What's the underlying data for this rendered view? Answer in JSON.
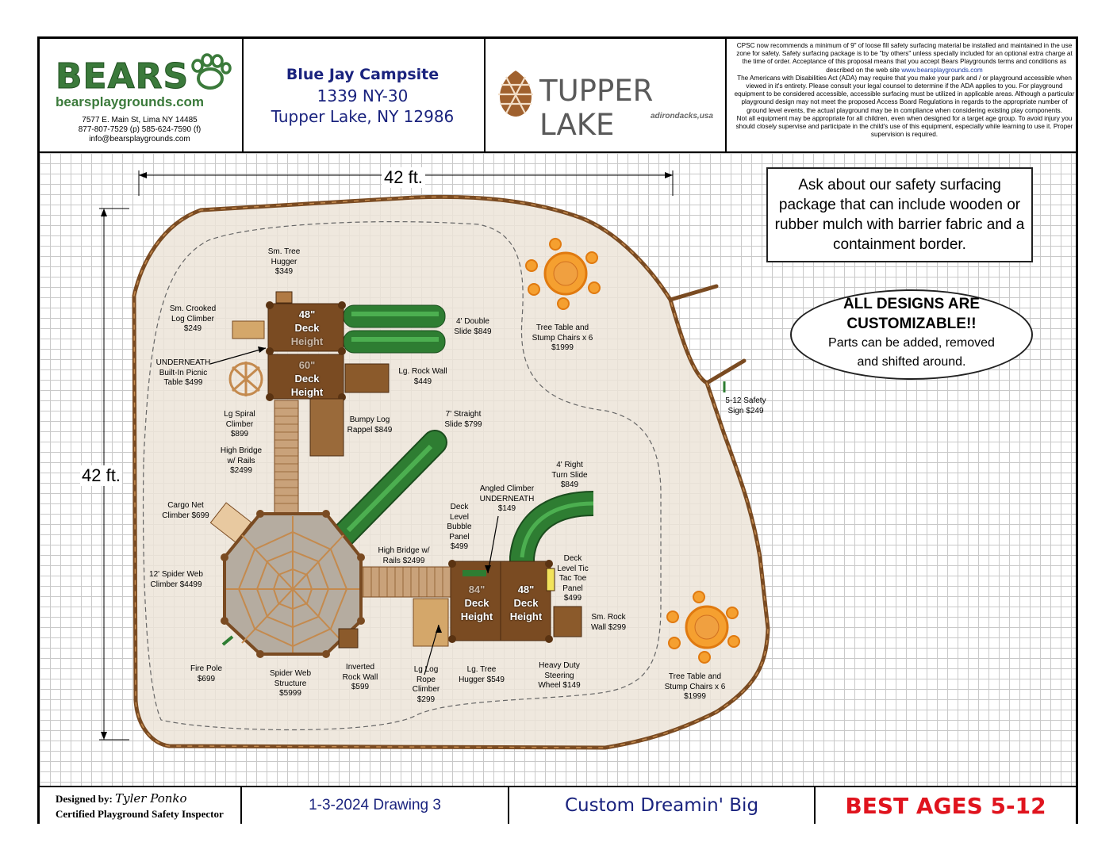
{
  "header": {
    "company": {
      "logo_text": "BEARS",
      "url": "bearsplaygrounds.com",
      "address": "7577 E. Main St, Lima NY 14485",
      "phone": "877-807-7529 (p) 585-624-7590 (f)",
      "email": "info@bearsplaygrounds.com"
    },
    "site": {
      "name": "Blue Jay Campsite",
      "street": "1339 NY-30",
      "city": "Tupper Lake, NY 12986"
    },
    "client_logo": {
      "main": "TUPPER LAKE",
      "sub": "adirondacks,usa"
    },
    "disclaimer": {
      "p1": "CPSC now recommends a minimum of 9\" of loose fill safety surfacing material be installed and maintained in the use zone for safety. Safety surfacing package is to be \"by others\" unless specially included for an optional extra charge at the time of order. Acceptance of this proposal means that you accept Bears Playgrounds terms and conditions as described on the web site",
      "link": "www.bearsplaygrounds.com",
      "p2": "The Americans with Disabilities Act (ADA) may require that you make your park and / or playground accessible when viewed in it's entirety. Please consult your legal counsel to determine if the ADA applies to you. For playground equipment to be considered accessible, accessible surfacing must be utilized in applicable areas. Although a particular playground design may not meet the proposed Access Board Regulations in regards to the appropriate number of ground level events, the actual playground may be in compliance when considering existing play components.",
      "p3": "Not all equipment may be appropriate for all children, even when designed for a target age group. To avoid injury you should closely supervise and participate in the child's use of this equipment, especially while learning to use it. Proper supervision is required."
    }
  },
  "dimensions": {
    "width": "42 ft.",
    "height": "42 ft."
  },
  "callouts": {
    "surfacing": "Ask about our safety surfacing package that can include wooden or rubber mulch with barrier fabric and a containment border.",
    "customizable_title_1": "ALL DESIGNS ARE",
    "customizable_title_2": "CUSTOMIZABLE!!",
    "customizable_body_1": "Parts can be added, removed",
    "customizable_body_2": "and shifted around."
  },
  "decks": {
    "d1": [
      "48\"",
      "Deck",
      "Height"
    ],
    "d2": [
      "60\"",
      "Deck",
      "Height"
    ],
    "d3": [
      "84\"",
      "Deck",
      "Height"
    ],
    "d4": [
      "48\"",
      "Deck",
      "Height"
    ]
  },
  "components": [
    {
      "label": [
        "Sm. Tree",
        "Hugger",
        "$349"
      ]
    },
    {
      "label": [
        "Sm. Crooked",
        "Log Climber",
        "$249"
      ]
    },
    {
      "label": [
        "4' Double",
        "Slide $849"
      ]
    },
    {
      "label": [
        "UNDERNEATH",
        "Built-In Picnic",
        "Table $499"
      ]
    },
    {
      "label": [
        "Lg. Rock Wall",
        "$449"
      ]
    },
    {
      "label": [
        "Lg Spiral",
        "Climber",
        "$899"
      ]
    },
    {
      "label": [
        "Bumpy Log",
        "Rappel $849"
      ]
    },
    {
      "label": [
        "7' Straight",
        "Slide $799"
      ]
    },
    {
      "label": [
        "High Bridge",
        "w/ Rails",
        "$2499"
      ]
    },
    {
      "label": [
        "4' Right",
        "Turn Slide",
        "$849"
      ]
    },
    {
      "label": [
        "Angled Climber",
        "UNDERNEATH",
        "$149"
      ]
    },
    {
      "label": [
        "Cargo Net",
        "Climber $699"
      ]
    },
    {
      "label": [
        "Deck",
        "Level",
        "Bubble",
        "Panel",
        "$499"
      ]
    },
    {
      "label": [
        "High Bridge w/",
        "Rails $2499"
      ]
    },
    {
      "label": [
        "Deck",
        "Level Tic",
        "Tac Toe",
        "Panel",
        "$499"
      ]
    },
    {
      "label": [
        "12' Spider Web",
        "Climber $4499"
      ]
    },
    {
      "label": [
        "Sm. Rock",
        "Wall $299"
      ]
    },
    {
      "label": [
        "Fire Pole",
        "$699"
      ]
    },
    {
      "label": [
        "Spider Web",
        "Structure",
        "$5999"
      ]
    },
    {
      "label": [
        "Inverted",
        "Rock Wall",
        "$599"
      ]
    },
    {
      "label": [
        "Lg Log",
        "Rope",
        "Climber",
        "$299"
      ]
    },
    {
      "label": [
        "Lg. Tree",
        "Hugger $549"
      ]
    },
    {
      "label": [
        "Heavy Duty",
        "Steering",
        "Wheel $149"
      ]
    },
    {
      "label": [
        "Tree Table and",
        "Stump Chairs x 6",
        "$1999"
      ]
    },
    {
      "label": [
        "Tree Table and",
        "Stump Chairs x 6",
        "$1999"
      ]
    },
    {
      "label": [
        "5-12 Safety",
        "Sign $249"
      ]
    }
  ],
  "footer": {
    "designed_by_label": "Designed by:",
    "designer": "Tyler Ponko",
    "designer_title": "Certified Playground Safety Inspector",
    "drawing": "1-3-2024 Drawing 3",
    "design_name": "Custom Dreamin' Big",
    "ages": "BEST AGES 5-12"
  },
  "colors": {
    "bears_green": "#3b7a3b",
    "site_text": "#1a237e",
    "ages_red": "#e0141e",
    "wood": "#7a4b22",
    "slide_green": "#2e7d32",
    "table_orange": "#f5a030",
    "mulch": "#ece4d8"
  }
}
